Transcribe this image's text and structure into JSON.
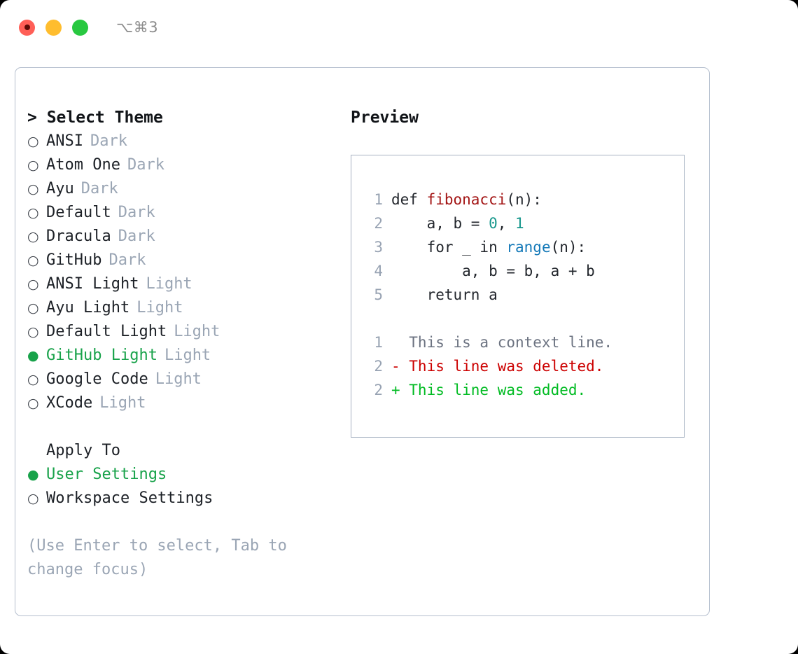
{
  "titlebar": {
    "shortcut": "⌥⌘3",
    "lights": [
      {
        "name": "close",
        "color": "#ff5f57"
      },
      {
        "name": "minimize",
        "color": "#ffbd2e"
      },
      {
        "name": "maximize",
        "color": "#28c840"
      }
    ]
  },
  "theme_panel": {
    "title": "> Select Theme",
    "items": [
      {
        "marker": "○",
        "label": "ANSI",
        "tag": "Dark",
        "selected": false
      },
      {
        "marker": "○",
        "label": "Atom One",
        "tag": "Dark",
        "selected": false
      },
      {
        "marker": "○",
        "label": "Ayu",
        "tag": "Dark",
        "selected": false
      },
      {
        "marker": "○",
        "label": "Default",
        "tag": "Dark",
        "selected": false
      },
      {
        "marker": "○",
        "label": "Dracula",
        "tag": "Dark",
        "selected": false
      },
      {
        "marker": "○",
        "label": "GitHub",
        "tag": "Dark",
        "selected": false
      },
      {
        "marker": "○",
        "label": "ANSI Light",
        "tag": "Light",
        "selected": false
      },
      {
        "marker": "○",
        "label": "Ayu Light",
        "tag": "Light",
        "selected": false
      },
      {
        "marker": "○",
        "label": "Default Light",
        "tag": "Light",
        "selected": false
      },
      {
        "marker": "●",
        "label": "GitHub Light",
        "tag": "Light",
        "selected": true
      },
      {
        "marker": "○",
        "label": "Google Code",
        "tag": "Light",
        "selected": false
      },
      {
        "marker": "○",
        "label": "XCode",
        "tag": "Light",
        "selected": false
      }
    ],
    "apply_to": {
      "heading": "Apply To",
      "options": [
        {
          "marker": "●",
          "label": "User Settings",
          "selected": true
        },
        {
          "marker": "○",
          "label": "Workspace Settings",
          "selected": false
        }
      ]
    },
    "hint": "(Use Enter to select, Tab to change focus)"
  },
  "preview": {
    "title": "Preview",
    "code_lines": [
      {
        "no": "1",
        "segments": [
          {
            "t": "def ",
            "c": "code-text"
          },
          {
            "t": "fibonacci",
            "c": "tok-fn"
          },
          {
            "t": "(n):",
            "c": "code-text"
          }
        ]
      },
      {
        "no": "2",
        "segments": [
          {
            "t": "    a, b = ",
            "c": "code-text"
          },
          {
            "t": "0",
            "c": "tok-num"
          },
          {
            "t": ", ",
            "c": "code-text"
          },
          {
            "t": "1",
            "c": "tok-num"
          }
        ]
      },
      {
        "no": "3",
        "segments": [
          {
            "t": "    for _ in ",
            "c": "code-text"
          },
          {
            "t": "range",
            "c": "tok-kw2"
          },
          {
            "t": "(n):",
            "c": "code-text"
          }
        ]
      },
      {
        "no": "4",
        "segments": [
          {
            "t": "        a, b = b, a + b",
            "c": "code-text"
          }
        ]
      },
      {
        "no": "5",
        "segments": [
          {
            "t": "    return a",
            "c": "code-text"
          }
        ]
      }
    ],
    "diff_lines": [
      {
        "no": "1",
        "text": "  This is a context line.",
        "cls": "diff-ctx"
      },
      {
        "no": "2",
        "text": "- This line was deleted.",
        "cls": "diff-del"
      },
      {
        "no": "2",
        "text": "+ This line was added.",
        "cls": "diff-add"
      }
    ]
  },
  "colors": {
    "accent_green": "#18a24a",
    "muted": "#9aa5b4",
    "border": "#b5bfce",
    "diff_added": "#00bb22",
    "diff_deleted": "#cc0000",
    "token_function": "#a31515",
    "token_number": "#17978c",
    "token_builtin": "#1479b8"
  }
}
